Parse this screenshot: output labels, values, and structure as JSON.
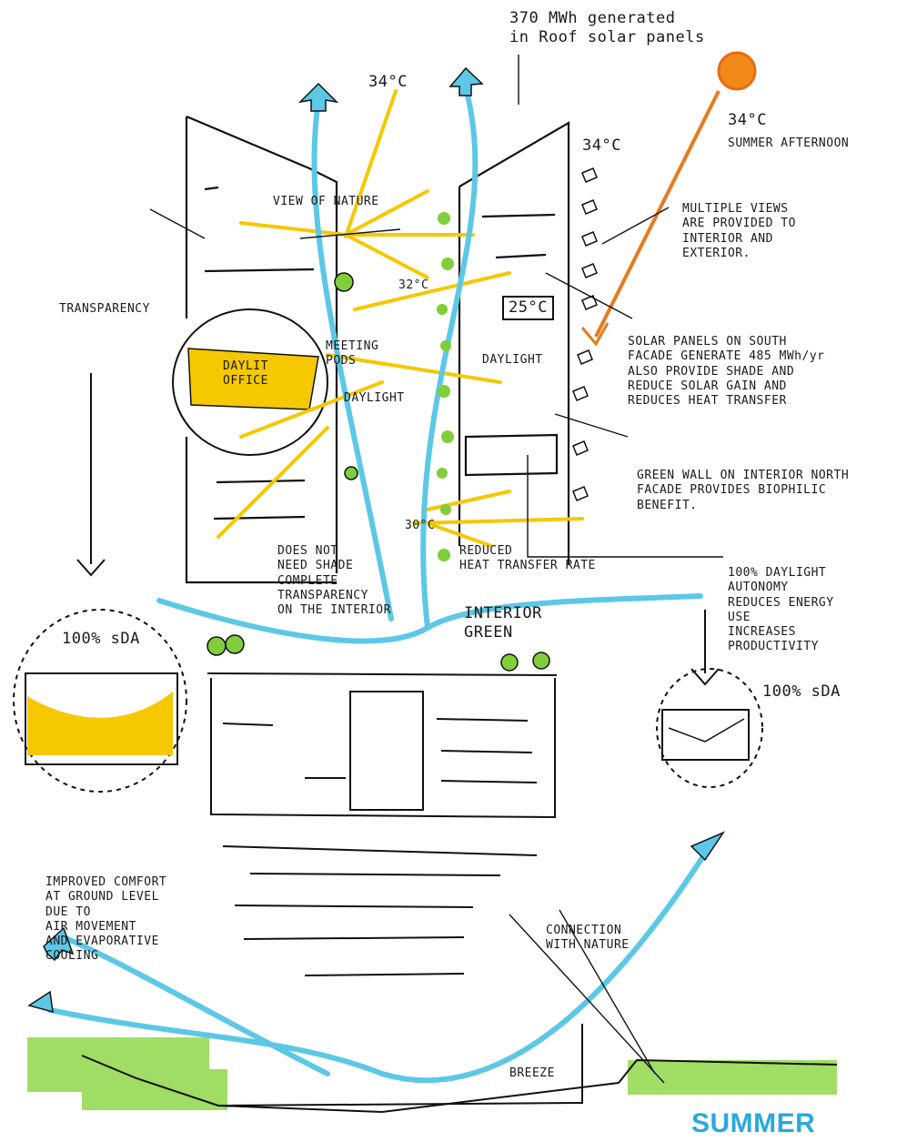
{
  "labels": {
    "roof_solar": "370 MWh generated\nin Roof solar panels",
    "temp_top": "34°C",
    "temp_sun": "34°C",
    "sun_caption": "SUMMER AFTERNOON",
    "temp_tower": "34°C",
    "view_nature": "VIEW OF NATURE",
    "multiple_views": "MULTIPLE VIEWS\nARE PROVIDED TO\nINTERIOR AND\nEXTERIOR.",
    "temp_32": "32°C",
    "temp_25": "25°C",
    "transparency": "TRANSPARENCY",
    "meeting_pods": "MEETING\nPODS",
    "daylit_office": "DAYLIT\nOFFICE",
    "daylight_right": "DAYLIGHT",
    "daylight_mid": "DAYLIGHT",
    "solar_south": "SOLAR PANELS ON SOUTH\nFACADE GENERATE 485 MWh/yr\nALSO PROVIDE SHADE AND\nREDUCE SOLAR GAIN AND\nREDUCES HEAT TRANSFER",
    "green_wall": "GREEN WALL ON INTERIOR NORTH\nFACADE PROVIDES BIOPHILIC\nBENEFIT.",
    "temp_30": "30°C",
    "no_shade": "DOES NOT\nNEED SHADE\nCOMPLETE\nTRANSPARENCY\nON THE INTERIOR",
    "reduced_heat": "REDUCED\nHEAT TRANSFER RATE",
    "interior_green": "INTERIOR\nGREEN",
    "daylight_autonomy": "100% DAYLIGHT\nAUTONOMY\nREDUCES ENERGY\nUSE\nINCREASES\nPRODUCTIVITY",
    "sda_left": "100% sDA",
    "sda_right": "100% sDA",
    "improved_comfort": "IMPROVED COMFORT\nAT GROUND LEVEL\nDUE TO\nAIR MOVEMENT\nAND EVAPORATIVE\nCOOLING",
    "connection": "CONNECTION\nWITH NATURE",
    "breeze": "BREEZE",
    "season": "SUMMER"
  },
  "colors": {
    "airflow": "#5cc8e6",
    "sunlight": "#f5c800",
    "sun": "#f28a1a",
    "sunray": "#e87a1e",
    "greenery": "#7fce3a",
    "season": "#2aa8e0"
  }
}
